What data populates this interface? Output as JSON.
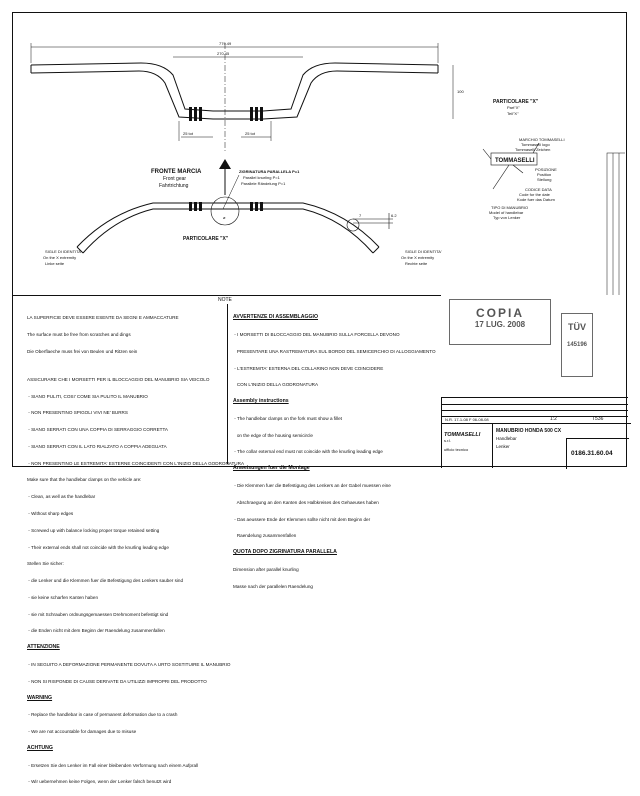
{
  "drawing": {
    "dimensions": {
      "overall_width": "779.49",
      "inner_width": "270.45",
      "center_left": "25 tot",
      "center_right": "25 tot",
      "height": "100",
      "detail_a": "7",
      "detail_b": "6.2"
    },
    "front_label": {
      "it": "FRONTE MARCIA",
      "en": "Front gear",
      "de": "Fahrtrichtung"
    },
    "knurl_label": {
      "it": "ZIGRINATURA PARALLELA P=1",
      "en": "Parallel knurling P=1",
      "de": "Parallele Rändelung P=1"
    },
    "detail_x_top": {
      "label": "PARTICOLARE \"X\"",
      "en": "Part\"X\"",
      "de": "Teil\"X\""
    },
    "detail_x_bottom": {
      "label": "PARTICOLARE \"X\""
    },
    "side_note_left": {
      "it": "SIGLE DI IDENTITA'",
      "en": "On the X extremity",
      "de": "Linke seite"
    },
    "side_note_right": {
      "it": "SIGLE DI IDENTITA'",
      "en": "On the X extremity",
      "de": "Rechte seite"
    },
    "marking": {
      "brand": "TOMMASELLI",
      "marchio": "MARCHIO TOMMASELLI",
      "marchio_en": "Tommaselli logo",
      "marchio_de": "Tommaselli Zeichen",
      "posizione": "POSIZIONE",
      "posizione_en": "Position",
      "posizione_de": "Stellung",
      "codice": "CODICE DATA",
      "codice_en": "Code for the date",
      "codice_de": "Kode fuer das Datum",
      "tipo": "TIPO DI MANUBRIO",
      "tipo_en": "Model of handlebar",
      "tipo_de": "Typ von Lenker"
    }
  },
  "notes": {
    "header": "NOTE",
    "left_col": [
      "LA SUPERFICIE DEVE ESSERE ESENTE DA SEGNI E AMMACCATURE",
      "The surface must be free from scratches and dings",
      "Die Oberflaeche muss frei von Beulen und Ritzen sein",
      "",
      "ASSICURARE CHE I MORSETTI PER IL BLOCCAGGIO DEL MANUBRIO SIA VEICOLO",
      " - SIANO PULITI, COSI' COME SIA PULITO IL MANUBRIO",
      " - NON PRESENTINO SPIGOLI VIVI NE' BURRS",
      " - SIANO SERRATI CON UNA COPPIA DI SERRAGGIO CORRETTA",
      " - SIANO SERRATI CON IL LATO RIALZATO A COPPIA ADEGUATA",
      " - NON PRESENTINO LE ESTREMITA' ESTERNE COINCIDENTI CON L'INIZIO DELLA GODRONATURA",
      "Make sure that the handlebar clamps on the vehicle are:",
      " - Clean, as well as the handlebar",
      " - Without sharp edges",
      " - Screwed up with balance locking proper torque retained setting",
      " - Their external ends shall not coincide with the knurling leading edge",
      "Stellen Sie sicher:",
      " - die Lenker und die Klemmen fuer die Befestigung des Lenkers sauber sind",
      " - sie keine scharfen Kanten haben",
      " - sie mit Schrauben ordnungsgemaessen Drehmoment befestigt sind",
      " - die Enden nicht mit dem Beginn der Raendelung zusammenfallen"
    ],
    "left_attention": {
      "h1": "ATTENZIONE",
      "l1": " - IN SEGUITO A DEFORMAZIONE PERMANENTE DOVUTA A URTO SOSTITUIRE IL MANUBRIO",
      "l2": " - NON SI RISPONDE DI CAUSE DERIVATE DA UTILIZZI IMPROPRI DEL PRODOTTO",
      "h2": "WARNING",
      "w1": " - Replace the handlebar in case of permanent deformation due to a crash",
      "w2": " - We are not accountable for damages due to misuse",
      "h3": "ACHTUNG",
      "a1": " - Ersetzen Sie den Lenker im Fall einer bleibenden Verformung nach einem Aufprall",
      "a2": " - Wir uebernehmen keine Folgen, wenn der Lenker falsch benutzt wird"
    },
    "right_col": {
      "h1": "AVVERTENZE DI ASSEMBLAGGIO",
      "it": [
        " - I MORSETTI DI BLOCCAGGIO DEL MANUBRIO SULLA FORCELLA DEVONO",
        "   PRESENTARE UNA RASTREMATURA SUL BORDO DEL SEMICERCHIO DI ALLOGGIAMENTO",
        " - L'ESTREMITA' ESTERNA DEL COLLARINO NON DEVE COINCIDERE",
        "   CON L'INIZIO DELLA GODRONATURA"
      ],
      "h2": "Assembly instructions",
      "en": [
        " - The handlebar clamps on the fork must show a fillet",
        "   on the edge of the housing semicircle",
        " - The collar external end must not coincide with the knurling leading edge"
      ],
      "h3": "Anweisungen fuer die Montage",
      "de": [
        " - Die Klemmen fuer die Befestigung des Lenkers an der Gabel muessen eine",
        "   Abschraegung an den Kanten des Halbkreises des Gehaeuses haben",
        " - Das aeussere Ende der Klemmen sollte nicht mit dem Beginn der",
        "   Raendelung zusammenfallen"
      ],
      "h4": "QUOTA DOPO ZIGRINATURA PARALLELA",
      "f": [
        "Dimension after parallel knurling",
        "Masse nach der parallelen Raendelung"
      ]
    }
  },
  "stamps": {
    "copia": "COPIA",
    "copia_date": "17 LUG. 2008",
    "tuv": "TÜV",
    "tuv_num": "145196"
  },
  "title_block": {
    "company": "TOMMASELLI",
    "company_sub": "ufficio tecnico",
    "description_1": "MANUBRIO HONDA 500 CX",
    "description_2": "Handlebar",
    "description_3": "Lenker",
    "scale": "1:2",
    "drawing_number": "0186.31.60.04",
    "sheet_code": "T536",
    "rev_row": "N.R.  17-1-08  F  06-08-08"
  }
}
